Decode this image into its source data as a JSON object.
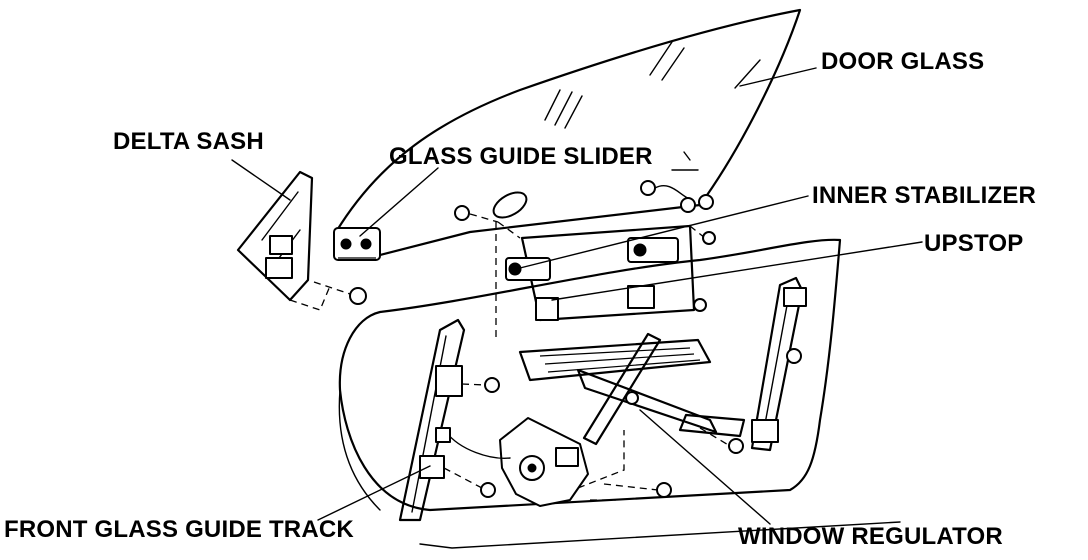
{
  "labels": {
    "door_glass": "DOOR GLASS",
    "delta_sash": "DELTA SASH",
    "glass_guide_slider": "GLASS GUIDE SLIDER",
    "inner_stabilizer": "INNER STABILIZER",
    "upstop": "UPSTOP",
    "front_glass_guide_track": "FRONT GLASS GUIDE TRACK",
    "window_regulator": "WINDOW REGULATOR"
  }
}
